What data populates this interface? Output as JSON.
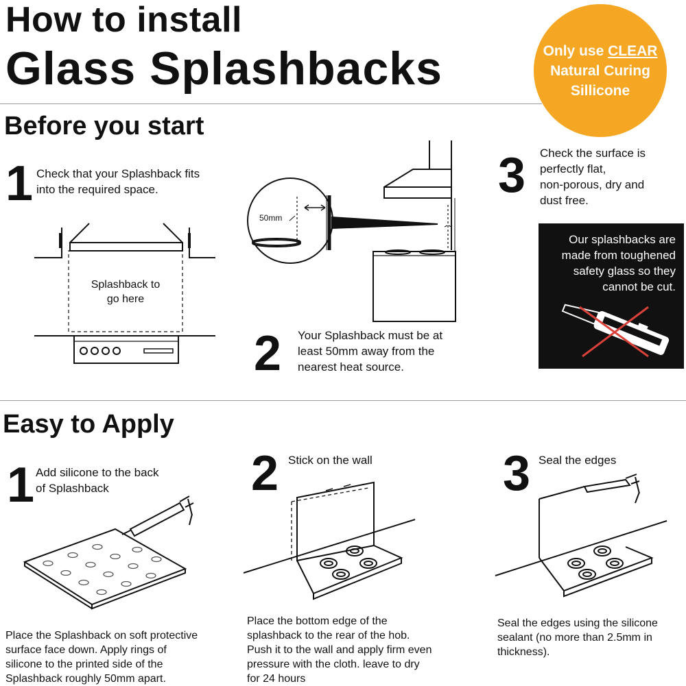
{
  "header": {
    "title_line1": "How to install",
    "title_line2": "Glass Splashbacks",
    "badge": {
      "line1_prefix": "Only use ",
      "line1_emph": "CLEAR",
      "line2": "Natural Curing",
      "line3": "Sillicone",
      "color": "#f5a623"
    }
  },
  "before": {
    "heading": "Before you start",
    "step1": {
      "number": "1",
      "text": "Check that your Splashback fits into the required space."
    },
    "step1_diagram_label": {
      "line1": "Splashback to",
      "line2": "go here"
    },
    "step2": {
      "number": "2",
      "text": "Your Splashback must be at least 50mm away from the nearest heat source."
    },
    "step2_diagram_label": "50mm",
    "step3": {
      "number": "3",
      "line1": "Check the surface is",
      "line2": "perfectly flat,",
      "line3": "non-porous, dry and",
      "line4": "dust free."
    },
    "warning": "Our splashbacks are made from toughened safety glass so they cannot be cut."
  },
  "apply": {
    "heading": "Easy to Apply",
    "step1": {
      "number": "1",
      "title": "Add silicone to the back of Splashback",
      "desc": "Place the Splashback on soft protective surface face down. Apply rings of silicone to the printed side of the Splashback roughly 50mm apart."
    },
    "step2": {
      "number": "2",
      "title": "Stick on the wall",
      "desc": "Place the bottom edge of the splashback to the rear of the hob. Push it to the wall and apply firm even pressure with the cloth. leave to dry for 24 hours"
    },
    "step3": {
      "number": "3",
      "title": "Seal the edges",
      "desc": "Seal the edges using the silicone sealant (no more than 2.5mm in thickness)."
    }
  }
}
